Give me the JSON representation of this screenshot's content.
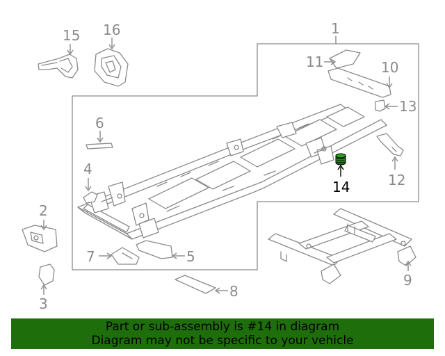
{
  "colors": {
    "line": "#8a8a8a",
    "highlight_part": "#1f8a12",
    "banner_bg": "#1f6e0c",
    "banner_text": "#000000"
  },
  "callouts": {
    "c1": "1",
    "c2": "2",
    "c3": "3",
    "c4": "4",
    "c5": "5",
    "c6": "6",
    "c7": "7",
    "c8": "8",
    "c9": "9",
    "c10": "10",
    "c11": "11",
    "c12": "12",
    "c13": "13",
    "c14": "14",
    "c15": "15",
    "c16": "16"
  },
  "banner": {
    "line1": "Part or sub-assembly is #14 in diagram",
    "line2": "Diagram may not be specific to your vehicle"
  }
}
